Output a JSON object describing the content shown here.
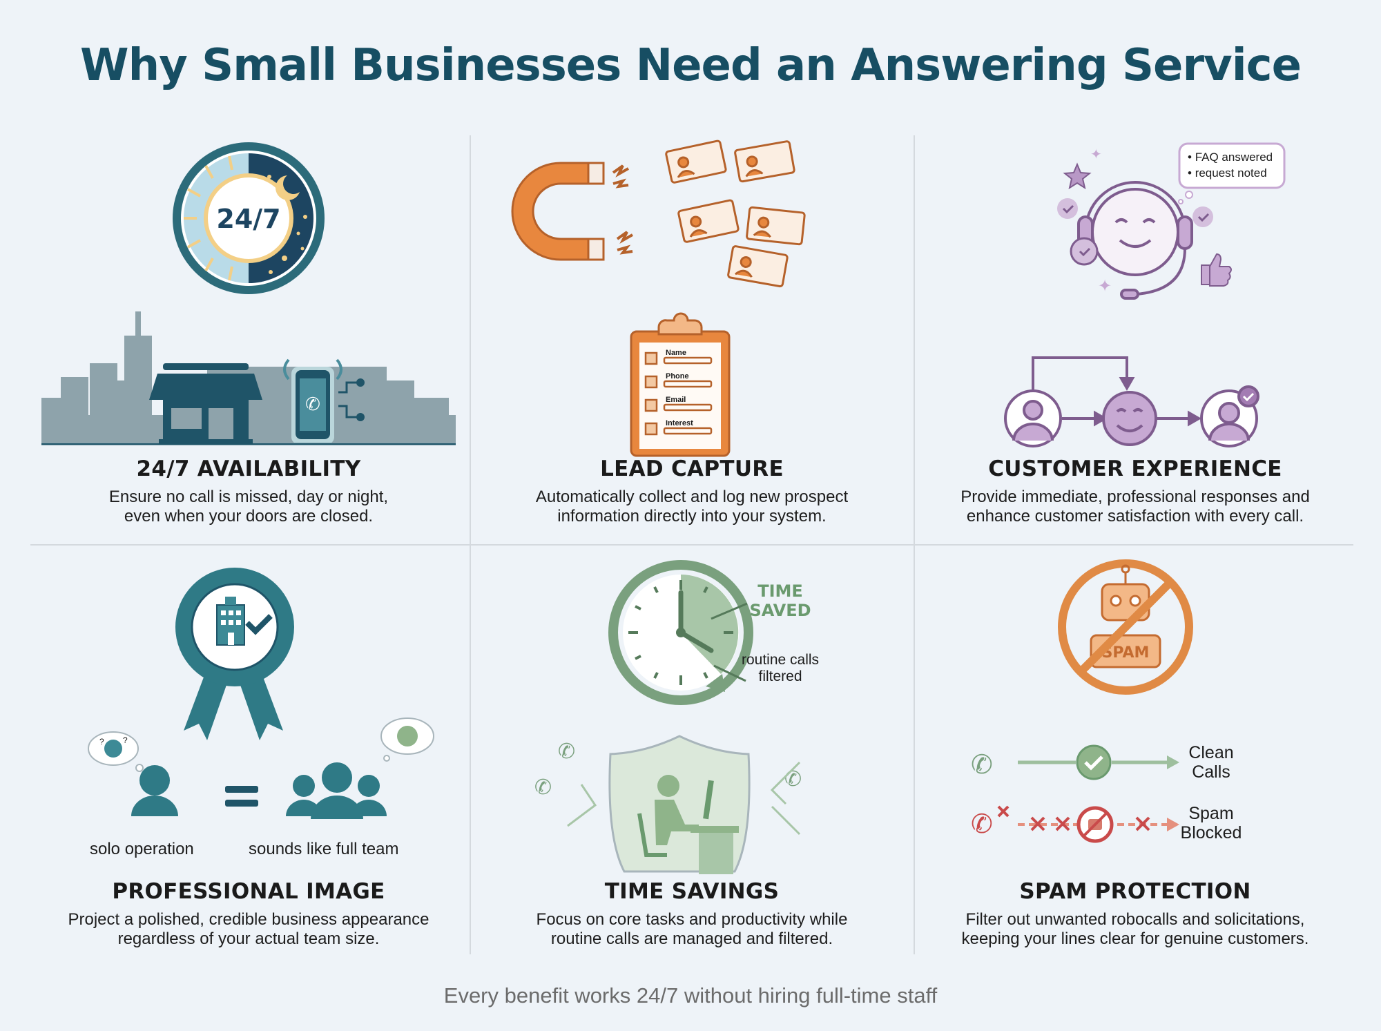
{
  "title": "Why Small Businesses Need an Answering Service",
  "footer": "Every benefit works 24/7 without hiring full-time staff",
  "colors": {
    "title": "#174e63",
    "teal": "#2c6b7a",
    "navy": "#1d4561",
    "orange": "#e08a45",
    "purple": "#8a6a99",
    "green": "#7aa07e",
    "red": "#c94a4a",
    "divider": "#d4d9de"
  },
  "benefits": [
    {
      "id": "availability",
      "heading": "24/7 AVAILABILITY",
      "desc": [
        "Ensure no call is missed, day or night,",
        "even when your doors are closed."
      ],
      "badge_text": "24/7",
      "icons": [
        "sun-moon-clock-icon",
        "city-skyline-icon",
        "storefront-icon",
        "ringing-phone-icon"
      ]
    },
    {
      "id": "lead-capture",
      "heading": "LEAD CAPTURE",
      "desc": [
        "Automatically collect and log new prospect",
        "information directly into your system."
      ],
      "form_fields": [
        "Name",
        "Phone",
        "Email",
        "Interest"
      ],
      "icons": [
        "magnet-icon",
        "contact-card-icon",
        "clipboard-checklist-icon"
      ]
    },
    {
      "id": "customer-experience",
      "heading": "CUSTOMER EXPERIENCE",
      "desc": [
        "Provide immediate, professional responses and",
        "enhance customer satisfaction with every call."
      ],
      "bubble_items": [
        "FAQ answered",
        "request noted"
      ],
      "icons": [
        "headset-smiley-icon",
        "thumbs-up-icon",
        "customer-journey-icon"
      ]
    },
    {
      "id": "professional-image",
      "heading": "PROFESSIONAL IMAGE",
      "desc": [
        "Project a polished, credible business appearance",
        "regardless of your actual team size."
      ],
      "left_label": "solo operation",
      "right_label": "sounds like full team",
      "icons": [
        "award-ribbon-building-icon",
        "solo-person-icon",
        "equals-icon",
        "team-icon"
      ]
    },
    {
      "id": "time-savings",
      "heading": "TIME SAVINGS",
      "desc": [
        "Focus on core tasks and productivity while",
        "routine calls are managed and filtered."
      ],
      "clock_label": [
        "TIME",
        "SAVED"
      ],
      "clock_note": [
        "routine calls",
        "filtered"
      ],
      "icons": [
        "clock-icon",
        "shield-worker-icon",
        "deflected-call-icon"
      ]
    },
    {
      "id": "spam-protection",
      "heading": "SPAM PROTECTION",
      "desc": [
        "Filter out unwanted robocalls and solicitations,",
        "keeping your lines clear for genuine customers."
      ],
      "robot_text": "SPAM",
      "clean_label": [
        "Clean",
        "Calls"
      ],
      "spam_label": [
        "Spam",
        "Blocked"
      ],
      "icons": [
        "no-robot-spam-icon",
        "clean-call-flow-icon",
        "blocked-call-flow-icon"
      ]
    }
  ]
}
